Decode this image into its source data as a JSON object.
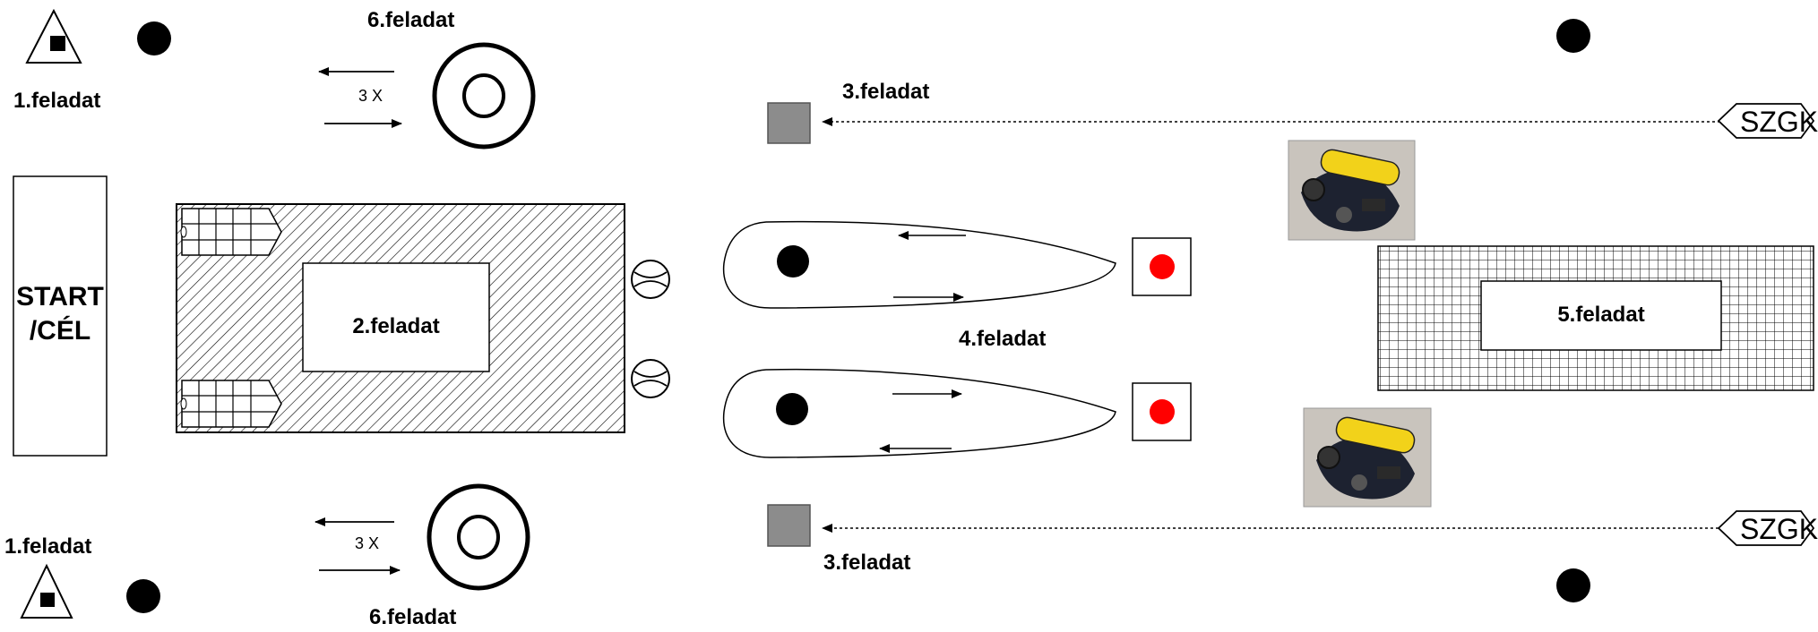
{
  "labels": {
    "task1_top": "1.feladat",
    "task1_bottom": "1.feladat",
    "task2": "2.feladat",
    "task3_top": "3.feladat",
    "task3_bottom": "3.feladat",
    "task4": "4.feladat",
    "task5": "5.feladat",
    "task6_top": "6.feladat",
    "task6_bottom": "6.feladat",
    "start_line1": "START",
    "start_line2": "/CÉL",
    "times_top": "3 X",
    "times_bottom": "3 X",
    "szgk_top": "SZGK",
    "szgk_bottom": "SZGK"
  },
  "colors": {
    "ink": "#000000",
    "grey_box": "#8c8c8c",
    "red_dot": "#ff0000",
    "cylinder_yellow": "#f2d21a"
  },
  "icons": {
    "cone": "triangle-cone-icon",
    "post": "black-dot-icon",
    "tire": "tire-icon",
    "hose_roll": "hose-roll-icon",
    "vehicle": "vehicle-szgk-icon",
    "breathing_apparatus": "breathing-apparatus-photo"
  }
}
